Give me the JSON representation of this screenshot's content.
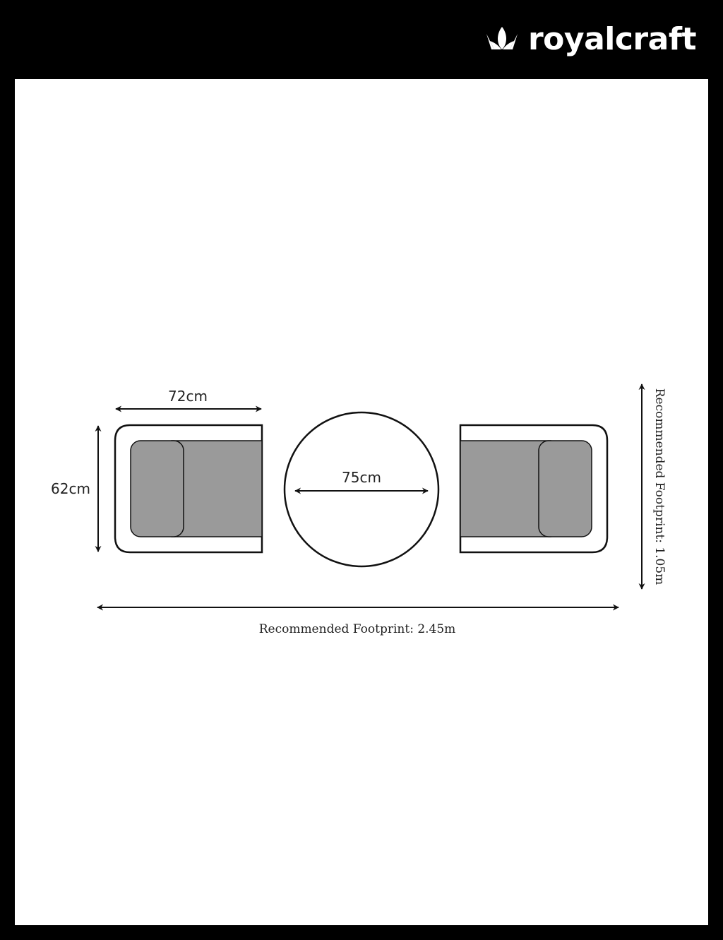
{
  "brand": {
    "name": "royalcraft",
    "logo_icon": "crown-icon",
    "header_color": "#000000"
  },
  "diagram": {
    "chair_width_label": "72cm",
    "chair_depth_label": "62cm",
    "table_diameter_label": "75cm",
    "footprint_width_label": "Recommended Footprint: 2.45m",
    "footprint_depth_label": "Recommended Footprint: 1.05m",
    "cushion_color": "#9a9a9a",
    "outline_color": "#111111"
  }
}
